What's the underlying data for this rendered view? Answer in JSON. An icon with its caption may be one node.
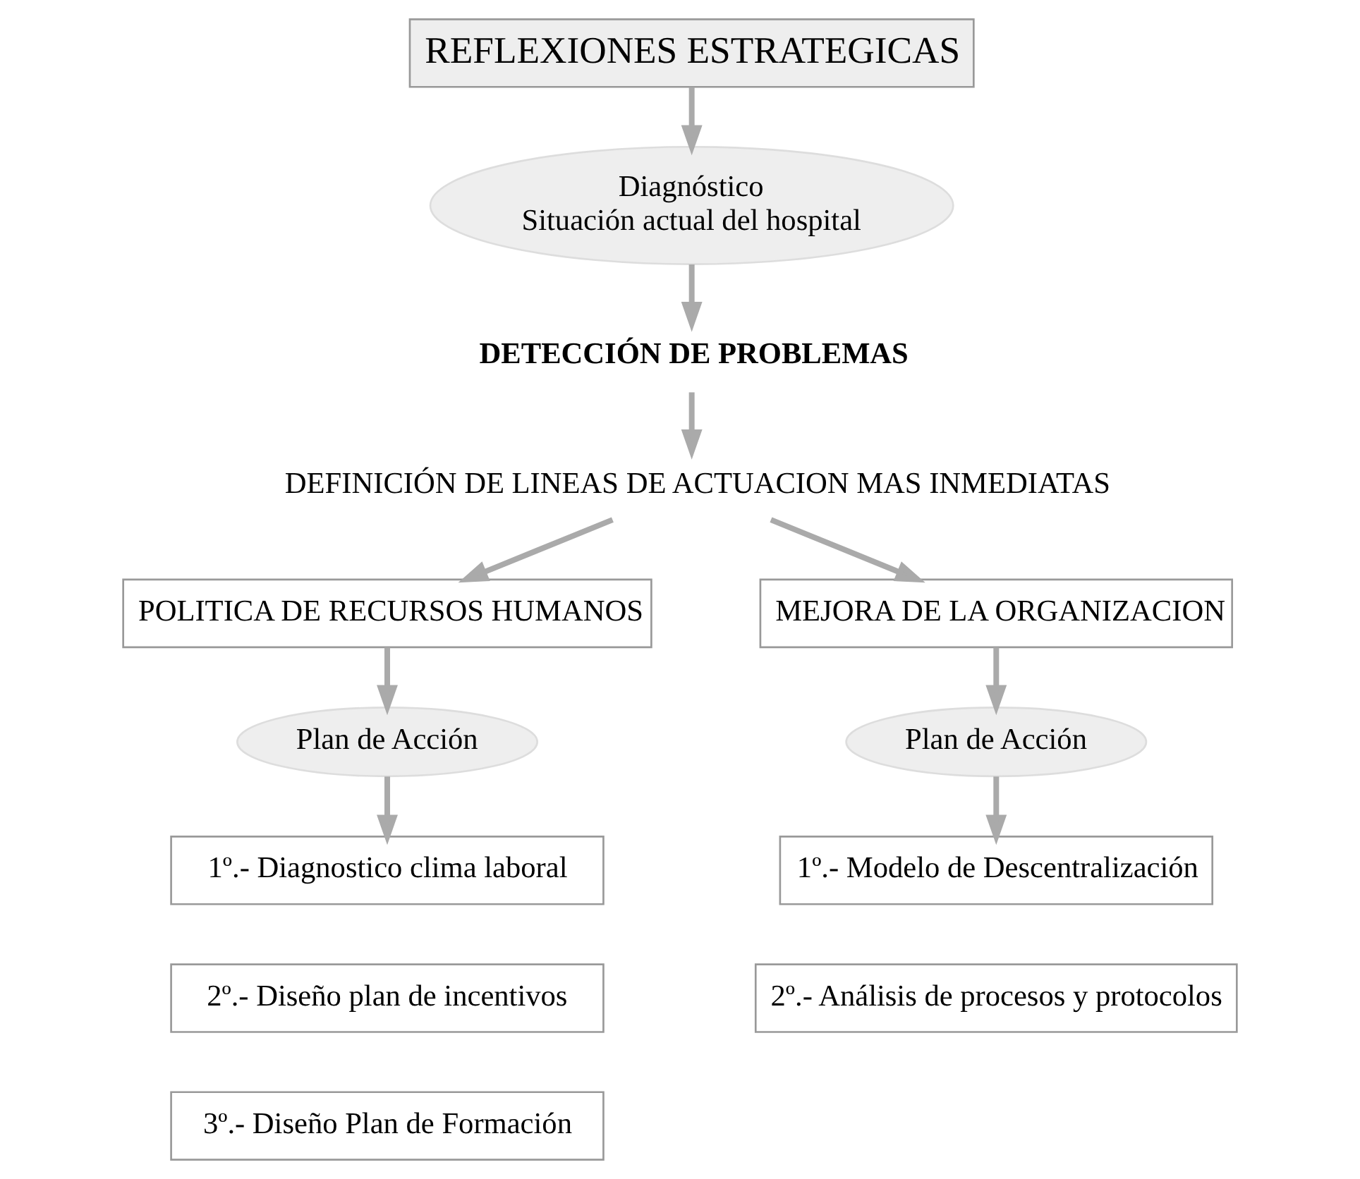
{
  "diagram": {
    "nodes": [
      {
        "text": [
          "REFLEXIONES ESTRATEGICAS"
        ]
      },
      {
        "text": [
          "Diagnóstico",
          "Situación actual del hospital"
        ]
      },
      {
        "text": [
          "DETECCIÓN DE PROBLEMAS"
        ]
      },
      {
        "text": [
          "DEFINICIÓN DE LINEAS DE ACTUACION MAS INMEDIATAS"
        ]
      },
      {
        "text": [
          "POLITICA DE RECURSOS HUMANOS"
        ]
      },
      {
        "text": [
          "MEJORA DE LA ORGANIZACION"
        ]
      },
      {
        "text": [
          "Plan de Acción"
        ]
      },
      {
        "text": [
          "Plan de Acción"
        ]
      },
      {
        "text": [
          "1º.- Diagnostico clima laboral"
        ]
      },
      {
        "text": [
          "2º.- Diseño plan de incentivos"
        ]
      },
      {
        "text": [
          "3º.- Diseño Plan de Formación"
        ]
      },
      {
        "text": [
          "1º.- Modelo de Descentralización"
        ]
      },
      {
        "text": [
          "2º.- Análisis de procesos y protocolos"
        ]
      }
    ],
    "edges": [
      {
        "from": 0,
        "to": 1,
        "arrow": "to"
      },
      {
        "from": 1,
        "to": 2,
        "arrow": "to"
      },
      {
        "from": 2,
        "to": 3,
        "arrow": "to"
      },
      {
        "from": 3,
        "to": 4,
        "arrow": "to"
      },
      {
        "from": 3,
        "to": 5,
        "arrow": "to"
      },
      {
        "from": 4,
        "to": 6,
        "arrow": "to"
      },
      {
        "from": 5,
        "to": 7,
        "arrow": "to"
      },
      {
        "from": 6,
        "to": 8,
        "arrow": "to"
      },
      {
        "from": 7,
        "to": 11,
        "arrow": "to"
      }
    ]
  }
}
